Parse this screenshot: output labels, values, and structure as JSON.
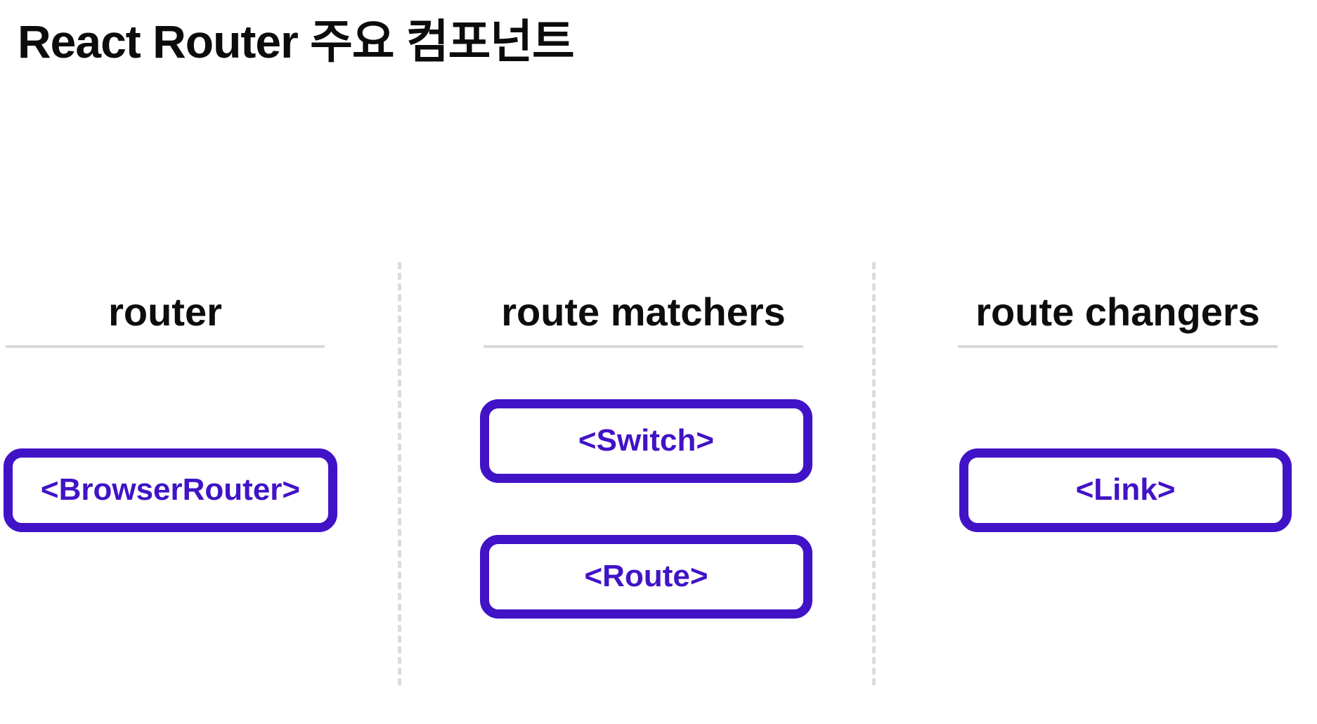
{
  "page": {
    "title": "React Router 주요 컴포넌트"
  },
  "colors": {
    "accent": "#4113c6",
    "divider_gray": "#dcdcdc",
    "underline_gray": "#d9d9d9",
    "text_black": "#0d0d0d"
  },
  "columns": [
    {
      "id": "router",
      "label": "router",
      "items": [
        {
          "label": "<BrowserRouter>"
        }
      ]
    },
    {
      "id": "route-matchers",
      "label": "route matchers",
      "items": [
        {
          "label": "<Switch>"
        },
        {
          "label": "<Route>"
        }
      ]
    },
    {
      "id": "route-changers",
      "label": "route changers",
      "items": [
        {
          "label": "<Link>"
        }
      ]
    }
  ]
}
